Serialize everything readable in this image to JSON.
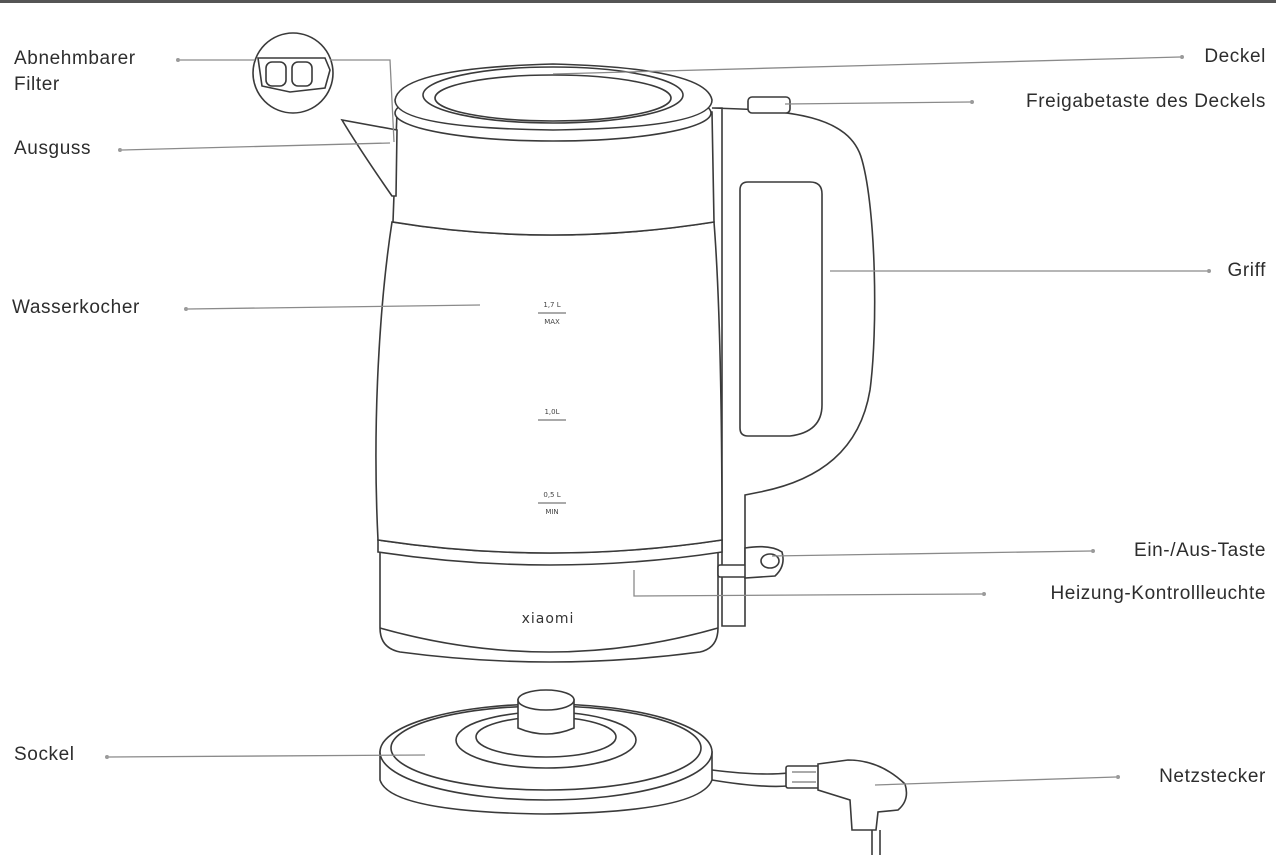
{
  "labels": {
    "filter_line1": "Abnehmbarer",
    "filter_line2": "Filter",
    "spout": "Ausguss",
    "kettle": "Wasserkocher",
    "base": "Sockel",
    "lid": "Deckel",
    "lid_release": "Freigabetaste des Deckels",
    "handle": "Griff",
    "power_button": "Ein-/Aus-Taste",
    "heating_indicator": "Heizung-Kontrollleuchte",
    "plug": "Netzstecker"
  },
  "kettle_markings": {
    "max_volume": "1,7 L",
    "max_label": "MAX",
    "mid_volume": "1,0L",
    "min_volume": "0,5 L",
    "min_label": "MIN",
    "brand": "xiaomi"
  }
}
